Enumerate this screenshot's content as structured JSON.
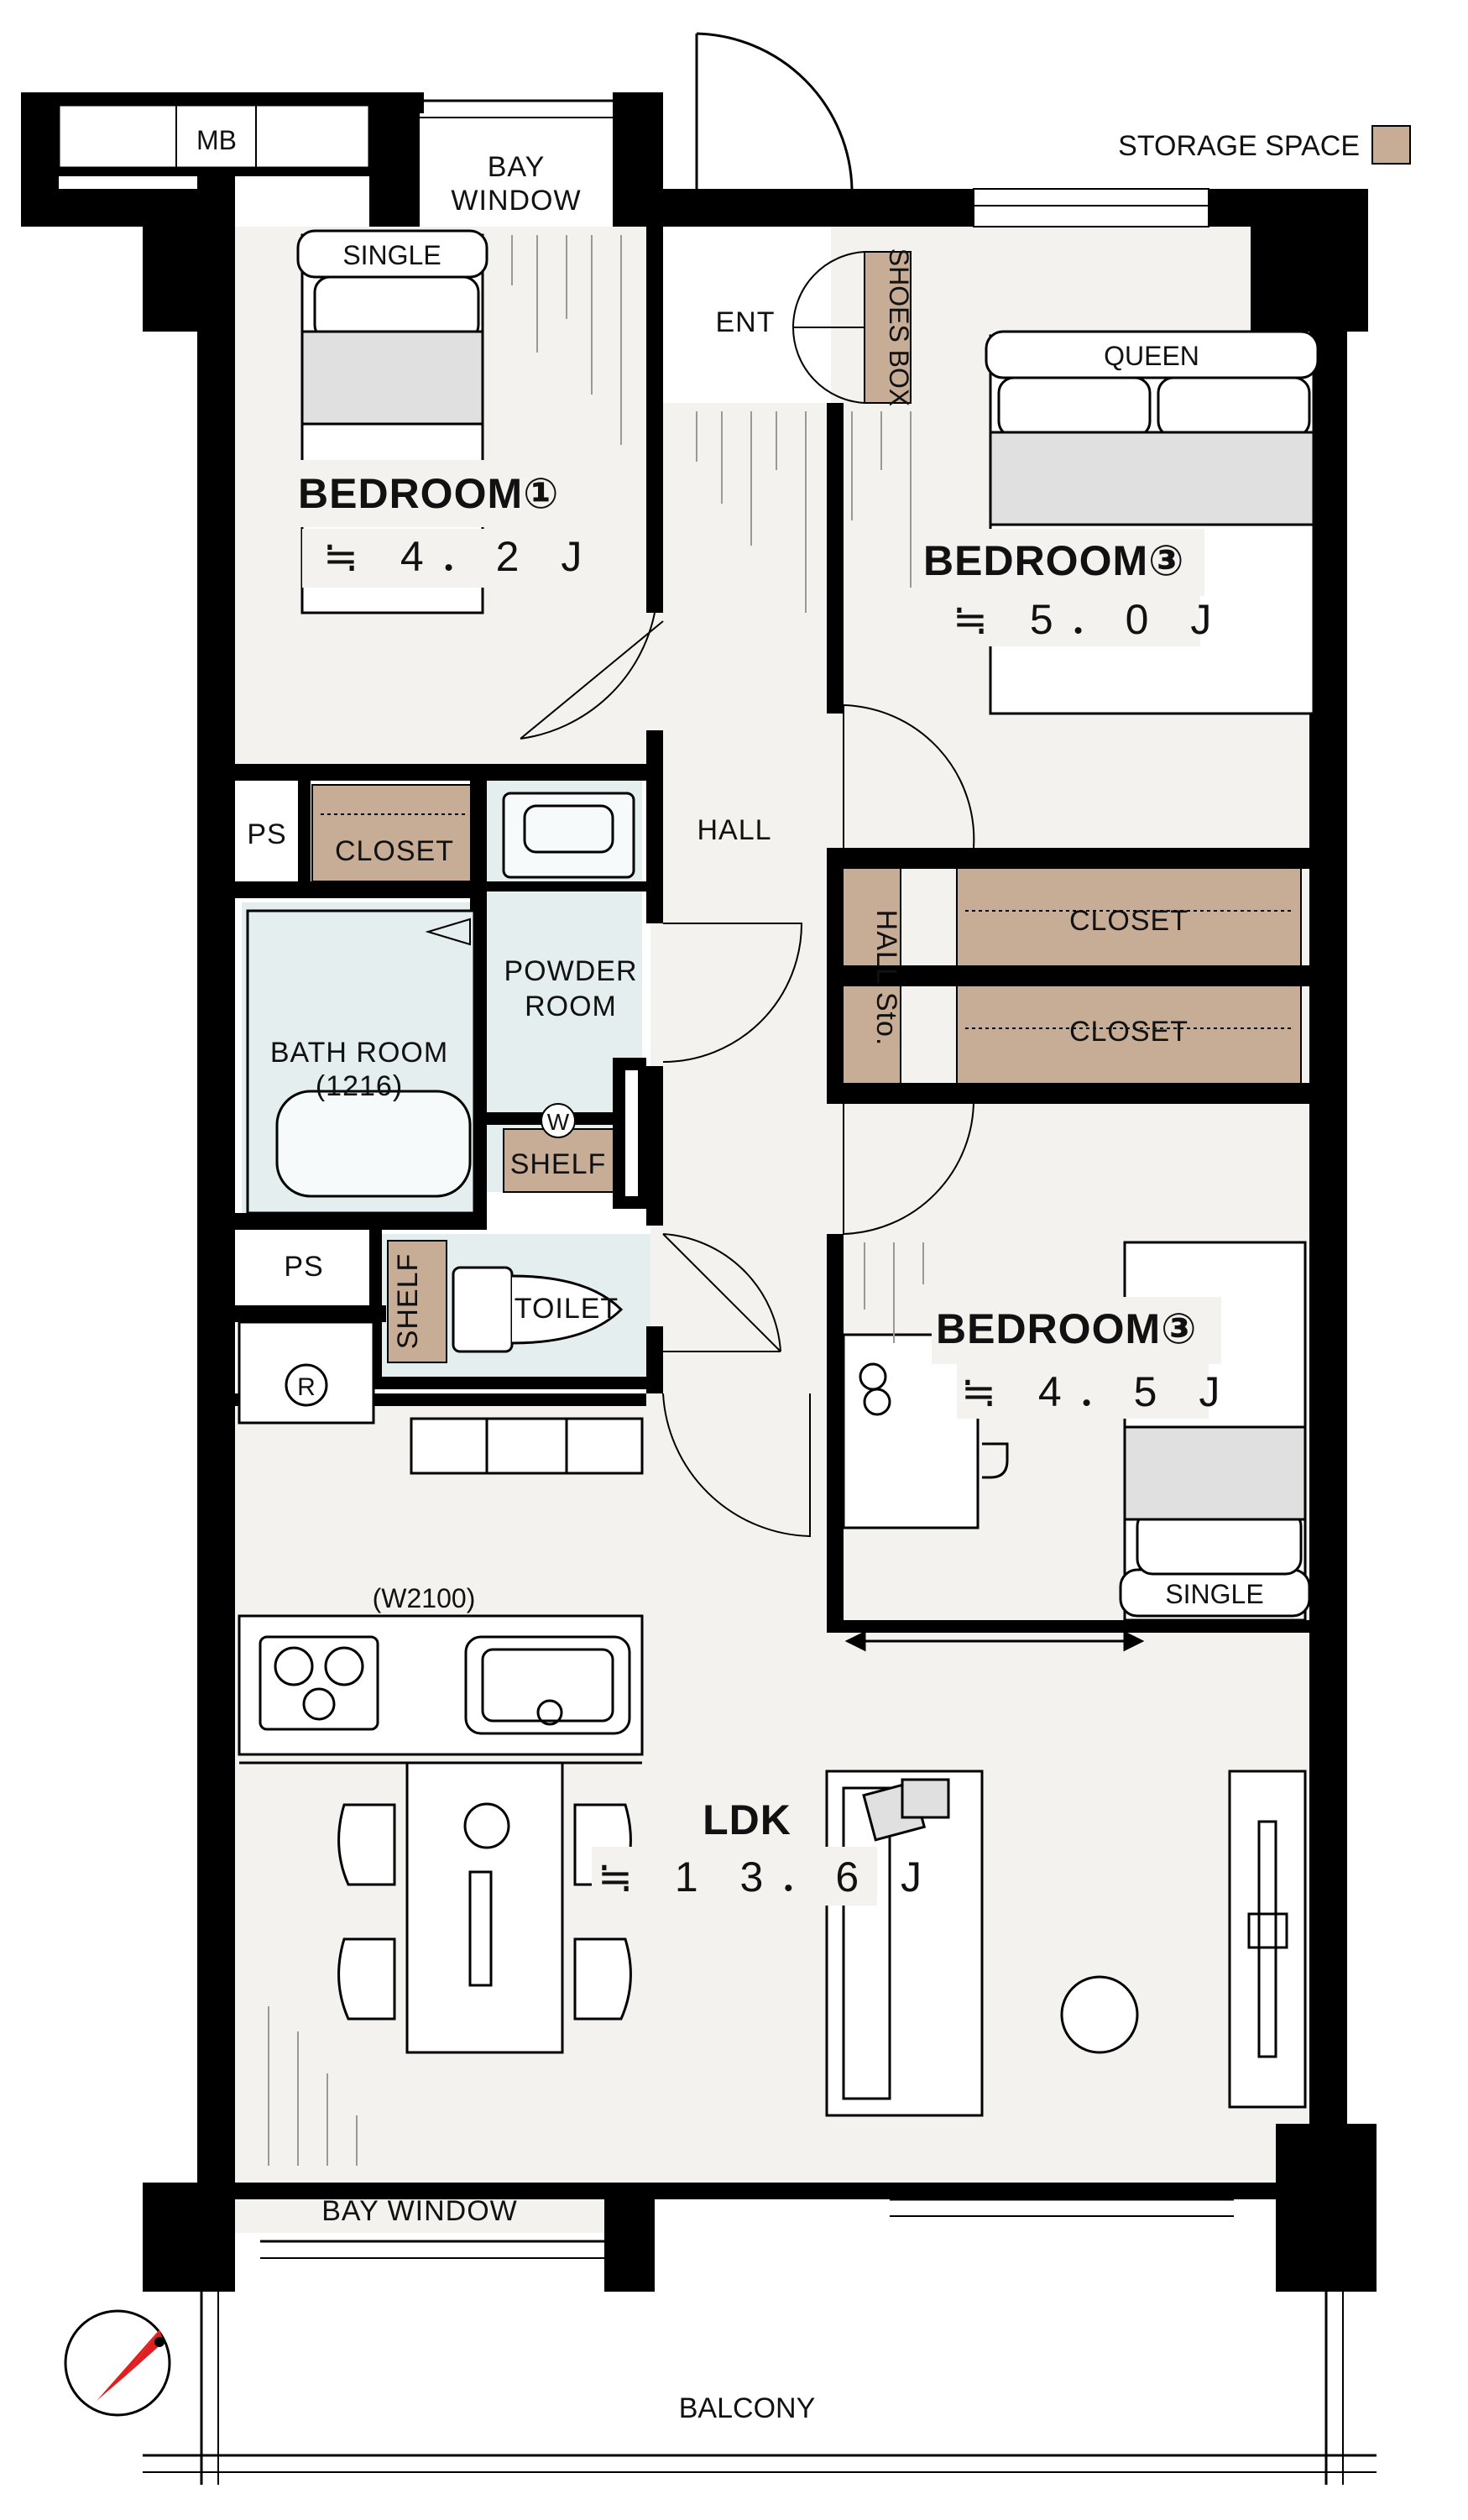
{
  "legend": {
    "storage_space": "STORAGE SPACE"
  },
  "rooms": {
    "mb": "MB",
    "bay_window_top": "BAY",
    "bay_window_top_2": "WINDOW",
    "single_bed_1": "SINGLE",
    "bedroom1_name": "BEDROOM①",
    "bedroom1_area": "≒ 4．2 J",
    "ent": "ENT",
    "shoes_box": "SHOES BOX",
    "queen_bed": "QUEEN",
    "bedroom3a_name": "BEDROOM③",
    "bedroom3a_area": "≒ 5．0 J",
    "hall": "HALL",
    "ps_upper": "PS",
    "closet_b1": "CLOSET",
    "hall_storage": "HALL Sto.",
    "closet_r1": "CLOSET",
    "closet_r2": "CLOSET",
    "powder_room_1": "POWDER",
    "powder_room_2": "ROOM",
    "bath_room": "BATH ROOM",
    "bath_size": "(1216)",
    "washer": "W",
    "shelf_powder": "SHELF",
    "ps_lower": "PS",
    "shelf_toilet": "SHELF",
    "toilet": "TOILET",
    "refrigerator": "R",
    "bedroom3b_name": "BEDROOM③",
    "bedroom3b_area": "≒ 4．5 J",
    "single_bed_2": "SINGLE",
    "kitchen_width": "(W2100)",
    "ldk_name": "LDK",
    "ldk_area": "≒ 1 3．6 J",
    "bay_window_bottom": "BAY WINDOW",
    "balcony": "BALCONY"
  },
  "colors": {
    "wall": "#000000",
    "storage": "#c8ad96",
    "floor": "#f3f2ee",
    "wet_area": "#e4eeee",
    "compass": "#e02020"
  }
}
